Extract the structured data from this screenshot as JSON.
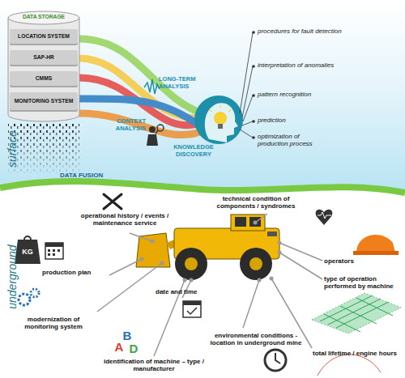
{
  "diagram": {
    "nodes": [
      {
        "text": [
          "DATA STORAGE"
        ]
      },
      {
        "text": [
          "LOCATION SYSTEM"
        ],
        "in": 0
      },
      {
        "text": [
          "SAP-HR"
        ],
        "in": 0
      },
      {
        "text": [
          "CMMS"
        ],
        "in": 0
      },
      {
        "text": [
          "MONITORING SYSTEM"
        ],
        "in": 0
      }
    ],
    "labels": [
      "surface",
      "LONG-TERM ANALYSIS",
      "CONTEXT ANALYSIS",
      "KNOWLEDGE DISCOVERY",
      "procedures for fault detection",
      "interpretation of anomalies",
      "pattern recognition",
      "prediction",
      "optimization of production process",
      "DATA FUSION",
      "underground",
      "operational history / events / maintenance service",
      "technical condition of components / syndromes",
      "operators",
      "KG",
      "production plan",
      "type of operation performed by machine",
      "modernization of monitoring system",
      "date and time",
      "environmental conditions - location in underground mine",
      "B",
      "A",
      "D",
      "identification of machine – type / manufacturer",
      "total lifetime / engine hours"
    ]
  }
}
